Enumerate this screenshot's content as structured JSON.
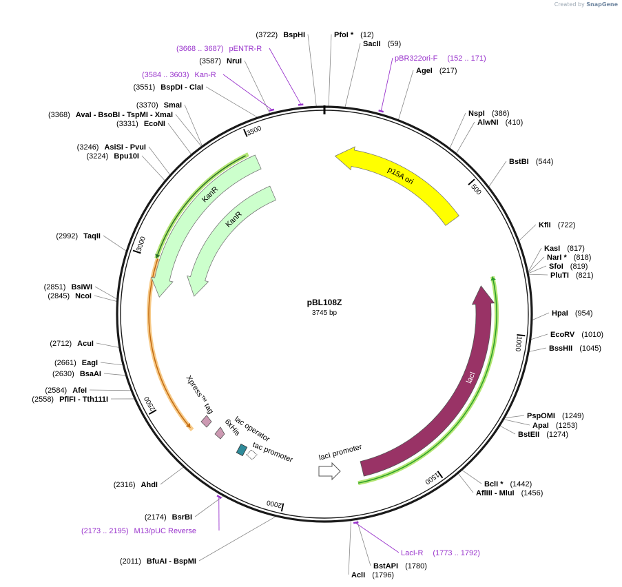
{
  "credit": {
    "prefix": "Created by",
    "brand": "SnapGene"
  },
  "plasmid": {
    "name": "pBL108Z",
    "length_label": "3745 bp",
    "length": 3745
  },
  "tick_labels": [
    "500",
    "1000",
    "1500",
    "2000",
    "2500",
    "3000",
    "3500"
  ],
  "enzymes": [
    {
      "name": "PfoI *",
      "pos": "(12)"
    },
    {
      "name": "SacII",
      "pos": "(59)"
    },
    {
      "name": "AgeI",
      "pos": "(217)"
    },
    {
      "name": "NspI",
      "pos": "(386)"
    },
    {
      "name": "AlwNI",
      "pos": "(410)"
    },
    {
      "name": "BstBI",
      "pos": "(544)"
    },
    {
      "name": "KflI",
      "pos": "(722)"
    },
    {
      "name": "KasI",
      "pos": "(817)"
    },
    {
      "name": "NarI *",
      "pos": "(818)"
    },
    {
      "name": "SfoI",
      "pos": "(819)"
    },
    {
      "name": "PluTI",
      "pos": "(821)"
    },
    {
      "name": "HpaI",
      "pos": "(954)"
    },
    {
      "name": "EcoRV",
      "pos": "(1010)"
    },
    {
      "name": "BssHII",
      "pos": "(1045)"
    },
    {
      "name": "PspOMI",
      "pos": "(1249)"
    },
    {
      "name": "ApaI",
      "pos": "(1253)"
    },
    {
      "name": "BstEII",
      "pos": "(1274)"
    },
    {
      "name": "BclI *",
      "pos": "(1442)"
    },
    {
      "name": "AflIII - MluI",
      "pos": "(1456)"
    },
    {
      "name": "BstAPI",
      "pos": "(1780)"
    },
    {
      "name": "AclI",
      "pos": "(1796)"
    },
    {
      "name": "BfuAI - BspMI",
      "pos": "(2011)"
    },
    {
      "name": "BsrBI",
      "pos": "(2174)"
    },
    {
      "name": "AhdI",
      "pos": "(2316)"
    },
    {
      "name": "PflFI - Tth111I",
      "pos": "(2558)"
    },
    {
      "name": "AfeI",
      "pos": "(2584)"
    },
    {
      "name": "BsaAI",
      "pos": "(2630)"
    },
    {
      "name": "EagI",
      "pos": "(2661)"
    },
    {
      "name": "AcuI",
      "pos": "(2712)"
    },
    {
      "name": "NcoI",
      "pos": "(2845)"
    },
    {
      "name": "BsiWI",
      "pos": "(2851)"
    },
    {
      "name": "TaqII",
      "pos": "(2992)"
    },
    {
      "name": "Bpu10I",
      "pos": "(3224)"
    },
    {
      "name": "AsiSI - PvuI",
      "pos": "(3246)"
    },
    {
      "name": "EcoNI",
      "pos": "(3331)"
    },
    {
      "name": "AvaI - BsoBI - TspMI - XmaI",
      "pos": "(3368)"
    },
    {
      "name": "SmaI",
      "pos": "(3370)"
    },
    {
      "name": "BspDI - ClaI",
      "pos": "(3551)"
    },
    {
      "name": "NruI",
      "pos": "(3587)"
    },
    {
      "name": "BspHI",
      "pos": "(3722)"
    }
  ],
  "primers": [
    {
      "name": "pENTR-R",
      "range": "(3668 .. 3687)"
    },
    {
      "name": "Kan-R",
      "range": "(3584 .. 3603)"
    },
    {
      "name": "pBR322ori-F",
      "range": "(152 .. 171)"
    },
    {
      "name": "LacI-R",
      "range": "(1773 .. 1792)"
    },
    {
      "name": "M13/pUC Reverse",
      "range": "(2173 .. 2195)"
    }
  ],
  "features": {
    "p15a_ori": "p15A ori",
    "kanr": "KanR",
    "laci": "lacI",
    "laci_promoter": "lacI promoter",
    "tac_promoter": "tac promoter",
    "lac_operator": "lac operator",
    "his_tag": "6xHis",
    "xpress_tag": "Xpress™ tag"
  },
  "colors": {
    "backbone": "#1a1a1a",
    "p15a_ori": "#ffff00",
    "kanr": "#ccffcc",
    "laci": "#993366",
    "tag": "#cc99b2",
    "operator": "#2e8b9a",
    "primer": "#9933cc",
    "highlight_green": "#99dd44",
    "highlight_orange": "#f4b860"
  }
}
